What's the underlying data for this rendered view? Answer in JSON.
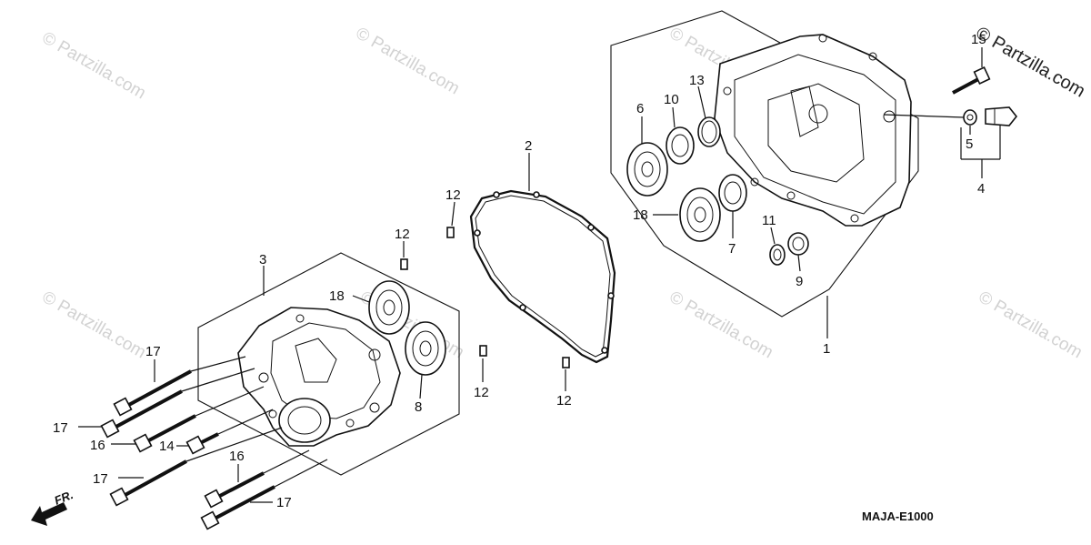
{
  "watermark": {
    "text": "© Partzilla.com"
  },
  "diagram_code": "MAJA-E1000",
  "front_marker": "FR.",
  "callouts": {
    "c1": "1",
    "c2": "2",
    "c3": "3",
    "c4": "4",
    "c5": "5",
    "c6": "6",
    "c7": "7",
    "c8": "8",
    "c9": "9",
    "c10": "10",
    "c11": "11",
    "c12a": "12",
    "c12b": "12",
    "c12c": "12",
    "c12d": "12",
    "c13": "13",
    "c14": "14",
    "c15": "15",
    "c16a": "16",
    "c16b": "16",
    "c17a": "17",
    "c17b": "17",
    "c17c": "17",
    "c17d": "17",
    "c18a": "18",
    "c18b": "18"
  }
}
